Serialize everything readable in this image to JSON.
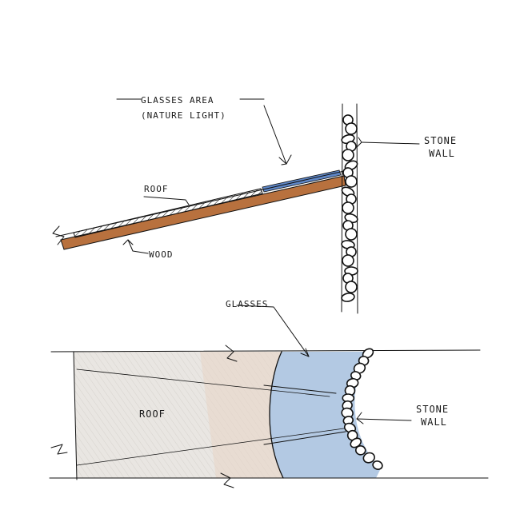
{
  "colors": {
    "ink": "#111111",
    "wood": "#b8713e",
    "glass": "#a9c4e2",
    "roof_wash": "#e6e2dc",
    "paper": "#ffffff"
  },
  "section": {
    "glasses_area_label": "GLASSES AREA",
    "nature_light_label": "(NATURE LIGHT)",
    "roof_label": "ROOF",
    "wood_label": "WOOD",
    "stone_label": "STONE",
    "wall_label": "WALL"
  },
  "plan": {
    "glasses_label": "GLASSES",
    "roof_label": "ROOF",
    "stone_label": "STONE",
    "wall_label": "WALL"
  }
}
